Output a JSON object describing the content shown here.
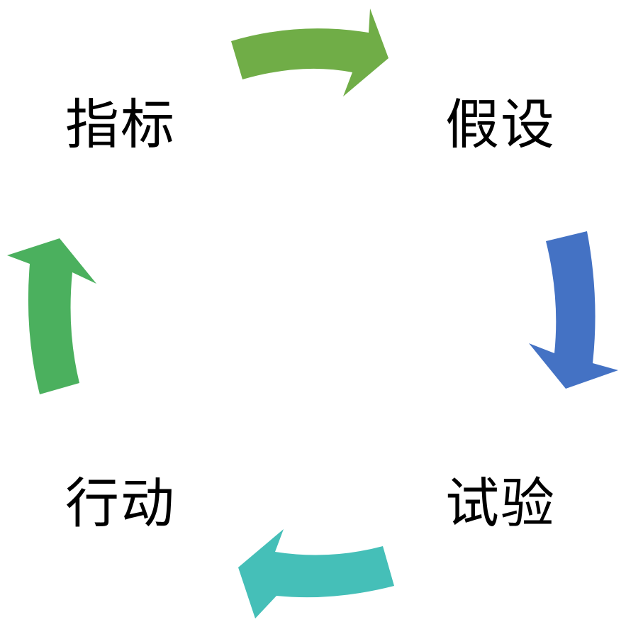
{
  "nodes": {
    "metrics": "指标",
    "hypothesis": "假设",
    "experiment": "试验",
    "action": "行动"
  },
  "colors": {
    "metrics_to_hypothesis": "#70AD47",
    "hypothesis_to_experiment": "#4472C4",
    "experiment_to_action": "#45BFB8",
    "action_to_metrics": "#4BB05E"
  }
}
